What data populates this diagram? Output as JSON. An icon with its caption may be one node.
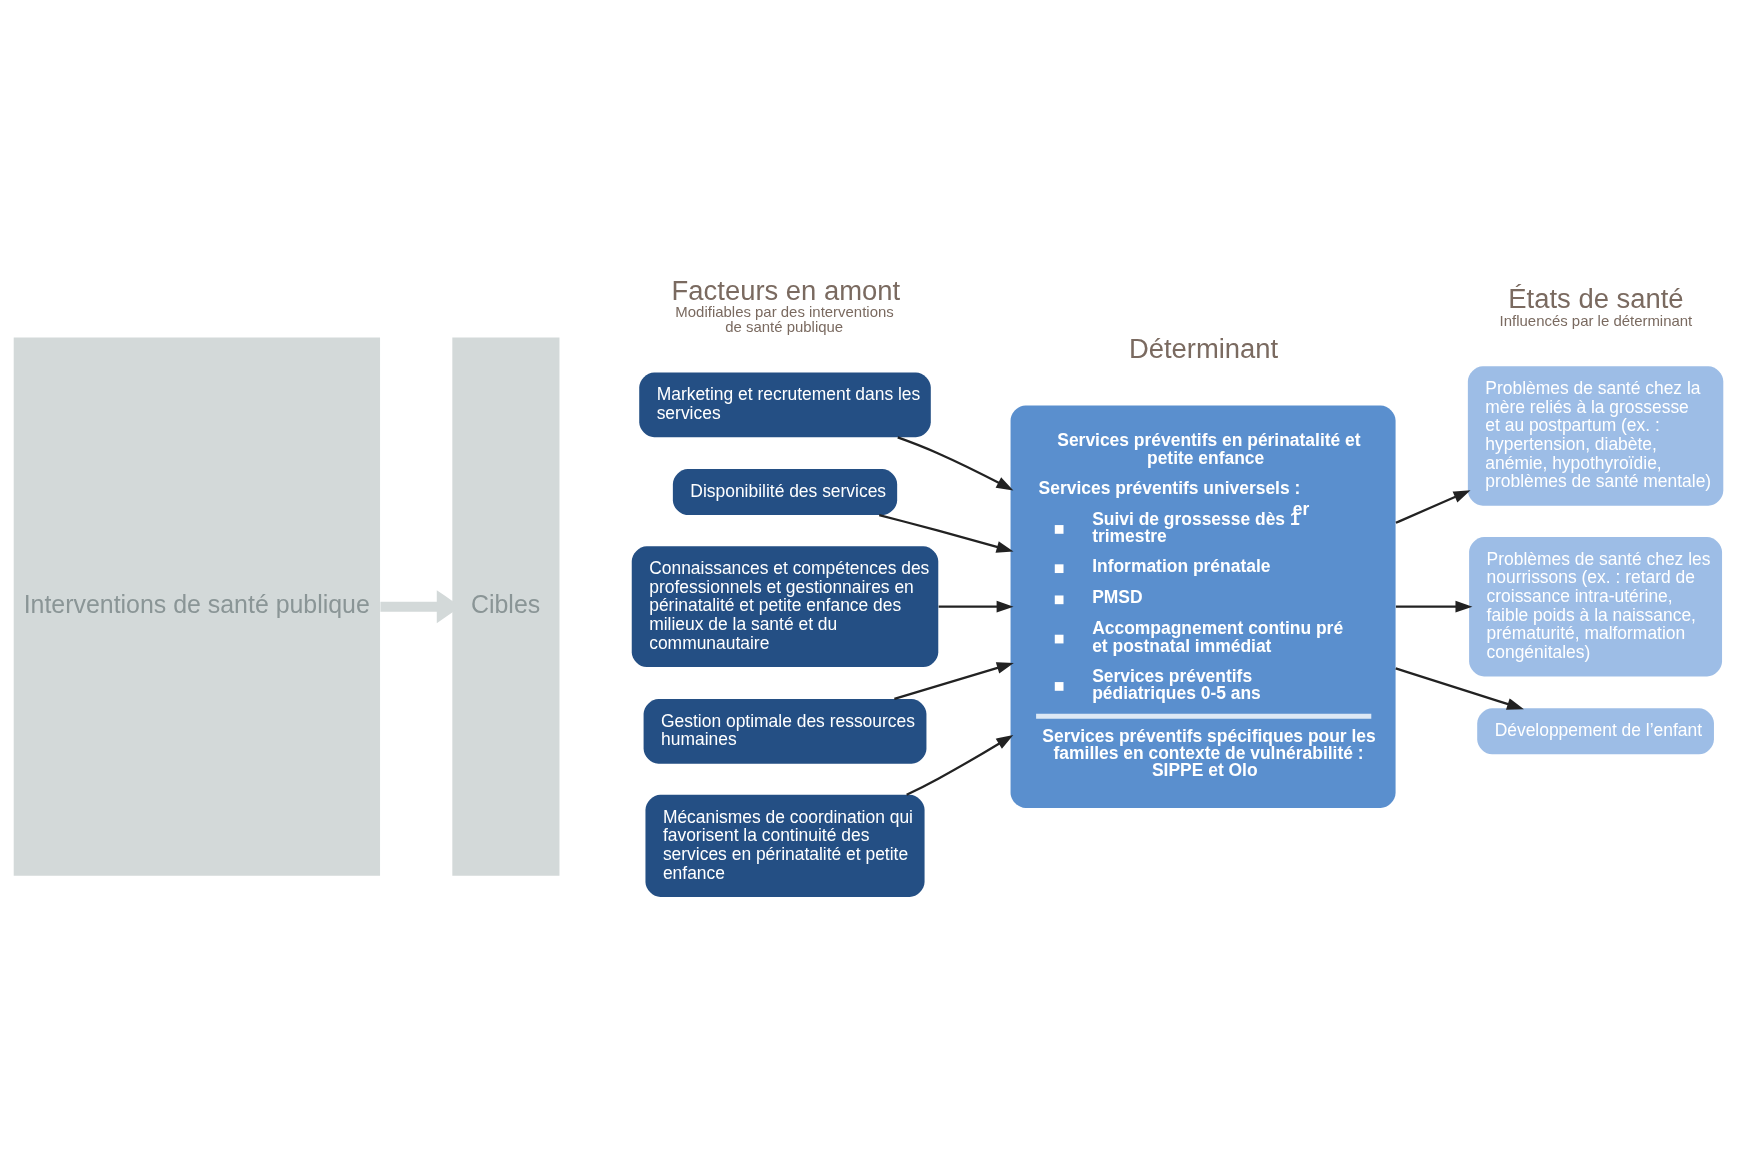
{
  "diagram": {
    "nodes": [
      {
        "text": [
          "Interventions de santé publique"
        ]
      },
      {
        "text": [
          "Cibles"
        ]
      },
      {
        "text": [
          "Marketing et recrutement dans les services"
        ]
      },
      {
        "text": [
          "Disponibilité des services"
        ]
      },
      {
        "text": [
          "Connaissances et compétences des professionnels et gestionnaires en périnatalité et petite enfance des milieux de la santé et du communautaire"
        ]
      },
      {
        "text": [
          "Gestion optimale des ressources humaines"
        ]
      },
      {
        "text": [
          "Mécanismes de coordination qui favorisent la continuité des services en périnatalité et petite enfance"
        ]
      },
      {
        "text": [
          "Services préventifs en périnatalité et petite enfance",
          "Services préventifs universels :",
          "Suivi de grossesse dès 1$^{er}$ trimestre",
          "Information prénatale",
          "PMSD",
          "Accompagnement continu pré et postnatal immédiat",
          "Services préventifs pédiatriques 0-5 ans",
          "Services préventifs spécifiques pour les familles en contexte de vulnérabilité : SIPPE et Olo"
        ]
      },
      {
        "text": [
          "Problèmes de santé chez la mère reliés à la grossesse et au postpartum (ex. : hypertension, diabète, anémie, hypothyroïdie, problèmes de santé mentale)"
        ]
      },
      {
        "text": [
          "Problèmes de santé chez les nourrissons (ex. : retard de croissance intra-utérine, faible poids à la naissance, prématurité, malformation congénitales)"
        ]
      },
      {
        "text": [
          "Développement de l’enfant"
        ]
      }
    ],
    "edges": [
      {
        "from": 0,
        "to": 1,
        "arrow": "to",
        "style": "thick",
        "color": "#d3d9d9"
      },
      {
        "from": 2,
        "to": 7,
        "arrow": "to"
      },
      {
        "from": 3,
        "to": 7,
        "arrow": "to"
      },
      {
        "from": 4,
        "to": 7,
        "arrow": "to"
      },
      {
        "from": 5,
        "to": 7,
        "arrow": "to"
      },
      {
        "from": 6,
        "to": 7,
        "arrow": "to"
      },
      {
        "from": 7,
        "to": 8,
        "arrow": "to"
      },
      {
        "from": 7,
        "to": 9,
        "arrow": "to"
      },
      {
        "from": 7,
        "to": 10,
        "arrow": "to"
      }
    ],
    "labels": [
      "Facteurs en amont",
      "Modifiables par des interventions de santé publique",
      "Déterminant",
      "États de santé",
      "Influencés par le déterminant"
    ]
  }
}
